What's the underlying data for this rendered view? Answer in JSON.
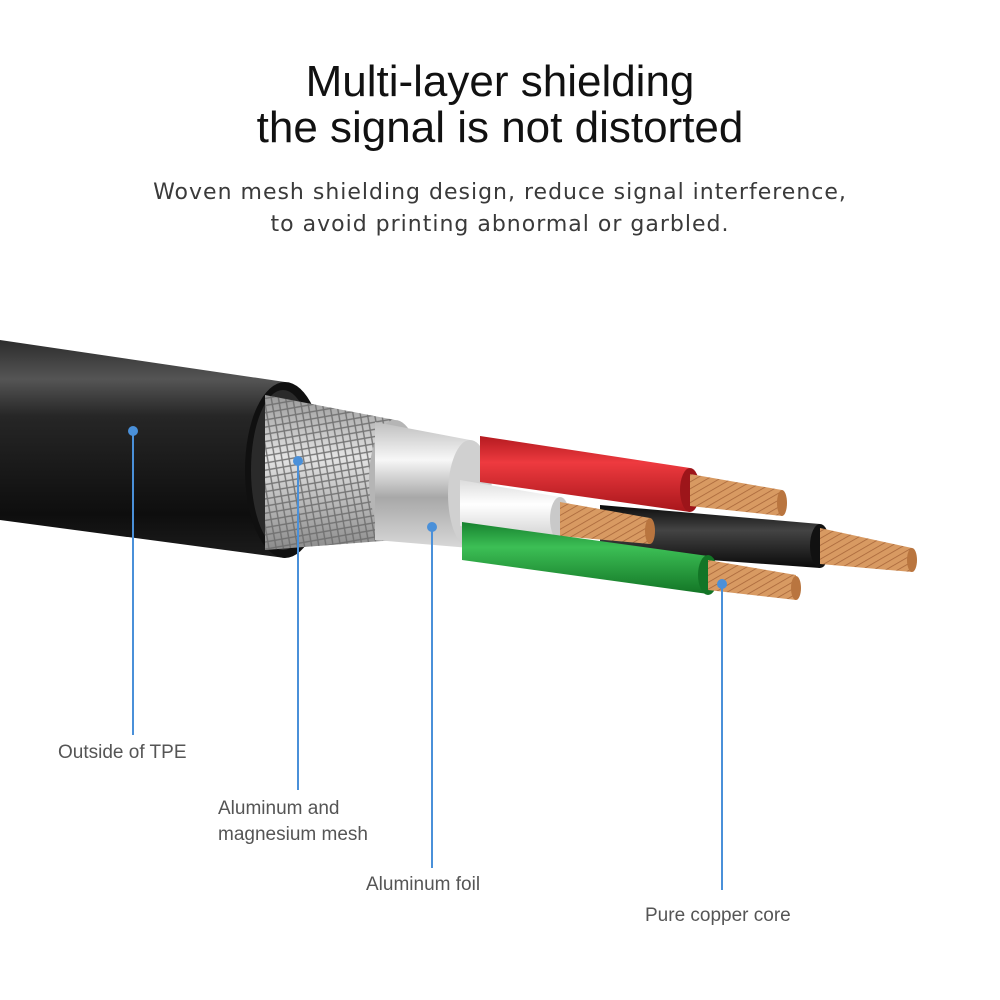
{
  "header": {
    "title_line1": "Multi-layer shielding",
    "title_line2": "the signal is not distorted",
    "subtitle_line1": "Woven mesh shielding design, reduce signal interference,",
    "subtitle_line2": "to avoid printing abnormal or garbled."
  },
  "callouts": {
    "outside": "Outside of TPE",
    "mesh_line1": "Aluminum and",
    "mesh_line2": "magnesium mesh",
    "foil": "Aluminum foil",
    "core": "Pure copper core"
  },
  "colors": {
    "accent": "#4a90d9",
    "jacket": "#1a1a1a",
    "wire_red": "#d8232a",
    "wire_white": "#f4f4f4",
    "wire_green": "#1f9a3a",
    "wire_black": "#1b1b1b",
    "copper": "#d89a62"
  }
}
